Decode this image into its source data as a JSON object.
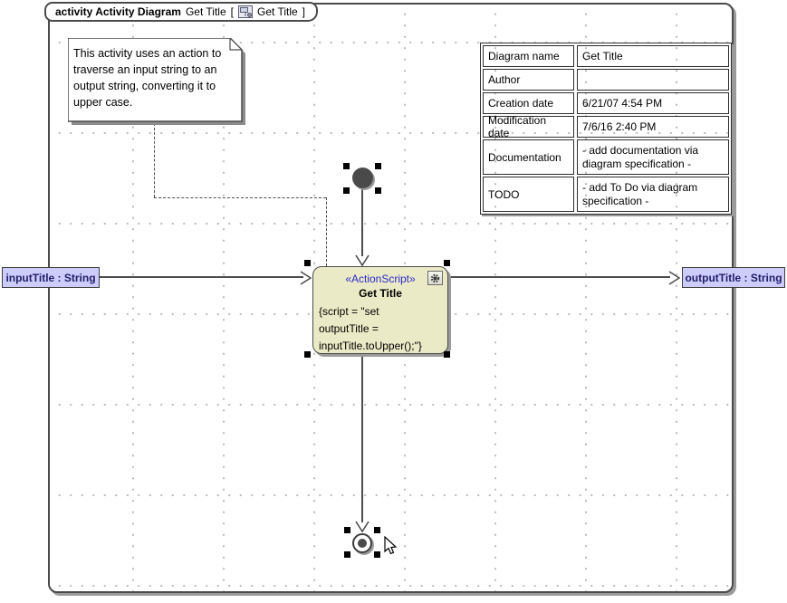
{
  "header": {
    "title_bold": "activity Activity Diagram",
    "name": "Get Title",
    "bracket_open": "[",
    "context": "Get Title",
    "bracket_close": "]"
  },
  "note": {
    "text": " This activity uses an action to\ntraverse an input string to an\noutput string, converting it to\nupper case."
  },
  "properties_table": {
    "rows": [
      {
        "label": "Diagram name",
        "value": "Get Title"
      },
      {
        "label": "Author",
        "value": ""
      },
      {
        "label": "Creation date",
        "value": "6/21/07 4:54 PM"
      },
      {
        "label": "Modification date",
        "value": "7/6/16 2:40 PM"
      },
      {
        "label": "Documentation",
        "value": "- add documentation via diagram specification -"
      },
      {
        "label": "TODO",
        "value": "- add To Do via diagram specification -"
      }
    ]
  },
  "action": {
    "stereotype": "«ActionScript»",
    "name": "Get Title",
    "script": "{script = \"set\noutputTitle =\ninputTitle.toUpper();\"}"
  },
  "parameters": {
    "input": {
      "label": "inputTitle : String"
    },
    "output": {
      "label": "outputTitle : String"
    }
  },
  "colors": {
    "action-fill": "#ebeac6",
    "stereotype-blue": "#2a2acb",
    "parameter-fill": "#ccccff",
    "parameter-text": "#1f1f66",
    "frame-border": "#4a4a4a",
    "grid-dot": "#bdbdbd",
    "shadow": "#9a9a9a"
  }
}
